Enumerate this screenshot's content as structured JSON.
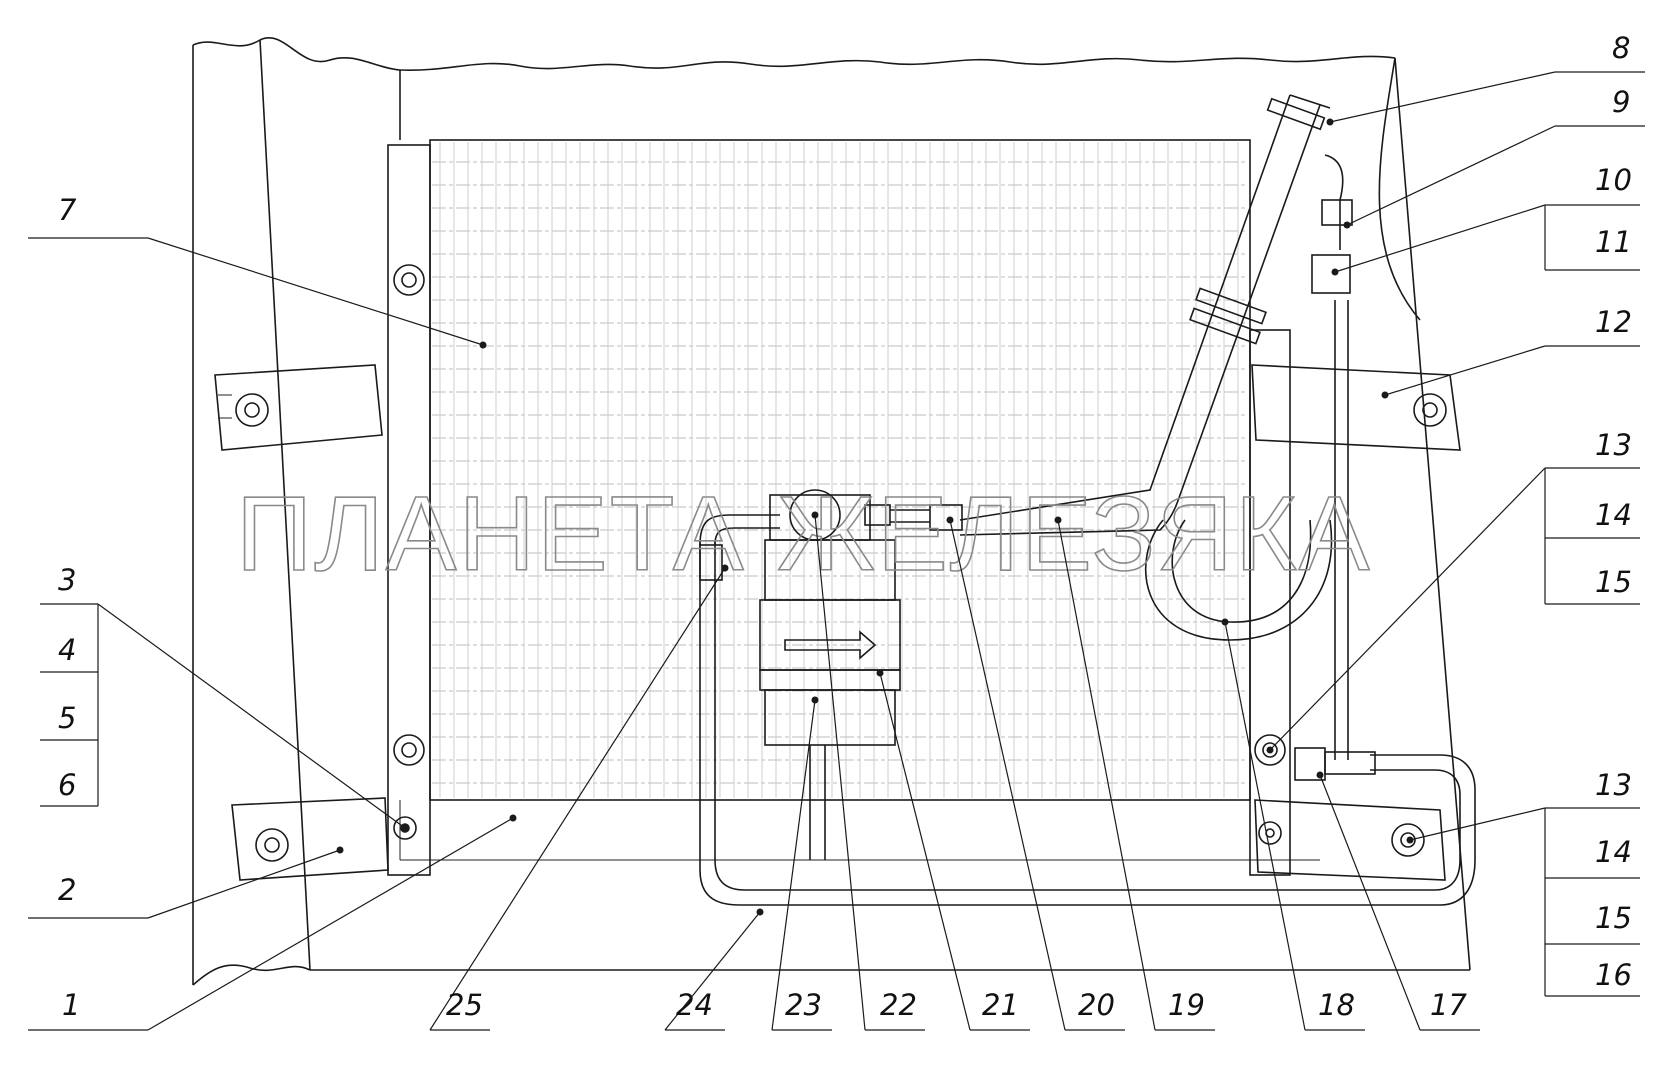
{
  "watermark": "ПЛАНЕТА ЖЕЛЕЗЯКА",
  "callouts": [
    {
      "id": "c1",
      "text": "1"
    },
    {
      "id": "c2",
      "text": "2"
    },
    {
      "id": "c3",
      "text": "3"
    },
    {
      "id": "c4",
      "text": "4"
    },
    {
      "id": "c5",
      "text": "5"
    },
    {
      "id": "c6",
      "text": "6"
    },
    {
      "id": "c7",
      "text": "7"
    },
    {
      "id": "c8",
      "text": "8"
    },
    {
      "id": "c9",
      "text": "9"
    },
    {
      "id": "c10",
      "text": "10"
    },
    {
      "id": "c11",
      "text": "11"
    },
    {
      "id": "c12",
      "text": "12"
    },
    {
      "id": "c13a",
      "text": "13"
    },
    {
      "id": "c14a",
      "text": "14"
    },
    {
      "id": "c15a",
      "text": "15"
    },
    {
      "id": "c13b",
      "text": "13"
    },
    {
      "id": "c14b",
      "text": "14"
    },
    {
      "id": "c15b",
      "text": "15"
    },
    {
      "id": "c16",
      "text": "16"
    },
    {
      "id": "c17",
      "text": "17"
    },
    {
      "id": "c18",
      "text": "18"
    },
    {
      "id": "c19",
      "text": "19"
    },
    {
      "id": "c20",
      "text": "20"
    },
    {
      "id": "c21",
      "text": "21"
    },
    {
      "id": "c22",
      "text": "22"
    },
    {
      "id": "c23",
      "text": "23"
    },
    {
      "id": "c24",
      "text": "24"
    },
    {
      "id": "c25",
      "text": "25"
    }
  ]
}
